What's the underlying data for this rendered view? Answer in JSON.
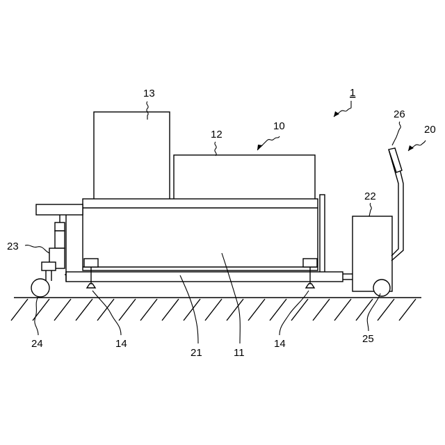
{
  "figure": {
    "labels": {
      "device": "1",
      "unit": "10",
      "frame": "11",
      "box_right": "12",
      "box_left": "13",
      "foot_left": "14",
      "foot_right": "14",
      "cart": "20",
      "base": "21",
      "battery": "22",
      "lift": "23",
      "wheel_left": "24",
      "wheel_right": "25",
      "handle": "26"
    }
  }
}
